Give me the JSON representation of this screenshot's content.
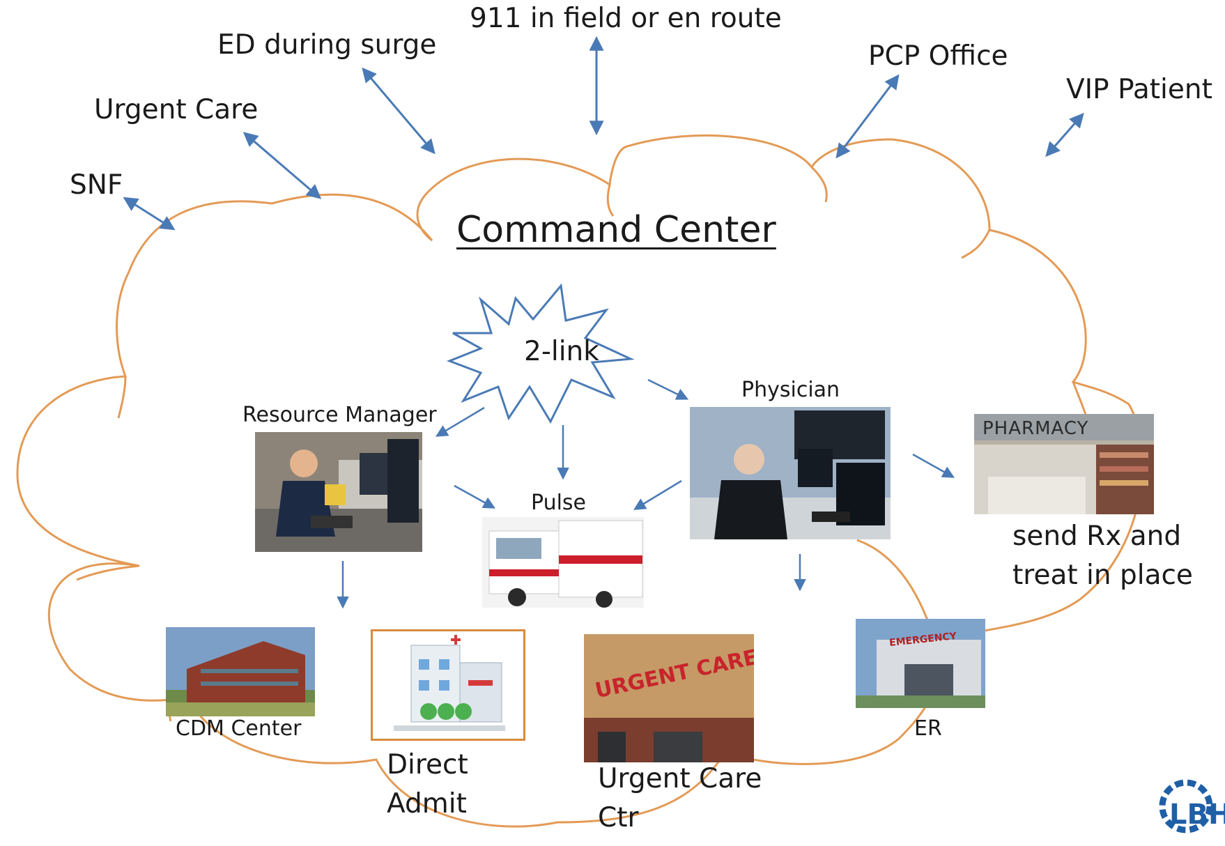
{
  "diagram": {
    "title": "Command Center",
    "hub_label": "2-link",
    "external_sources": [
      "SNF",
      "Urgent Care",
      "ED during surge",
      "911 in field or en route",
      "PCP Office",
      "VIP Patient"
    ],
    "roles": {
      "resource_manager": "Resource Manager",
      "physician": "Physician",
      "pulse": "Pulse"
    },
    "pharmacy_sign": "PHARMACY",
    "urgent_care_sign": "URGENT CARE",
    "er_sign": "EMERGENCY",
    "outcomes": {
      "pharmacy": "send Rx and treat in place",
      "cdm": "CDM Center",
      "direct_admit": "Direct Admit",
      "urgent_care_ctr": "Urgent Care Ctr",
      "er": "ER"
    },
    "logo_text": "LBH",
    "colors": {
      "cloud_outline": "#e39a55",
      "arrow": "#4a7ab5",
      "text": "#1a1a1a",
      "logo": "#1f5fa6"
    },
    "icons": [
      "starburst-icon",
      "cloud-shape",
      "double-arrow-icon",
      "arrow-icon",
      "gear-logo-icon"
    ]
  }
}
